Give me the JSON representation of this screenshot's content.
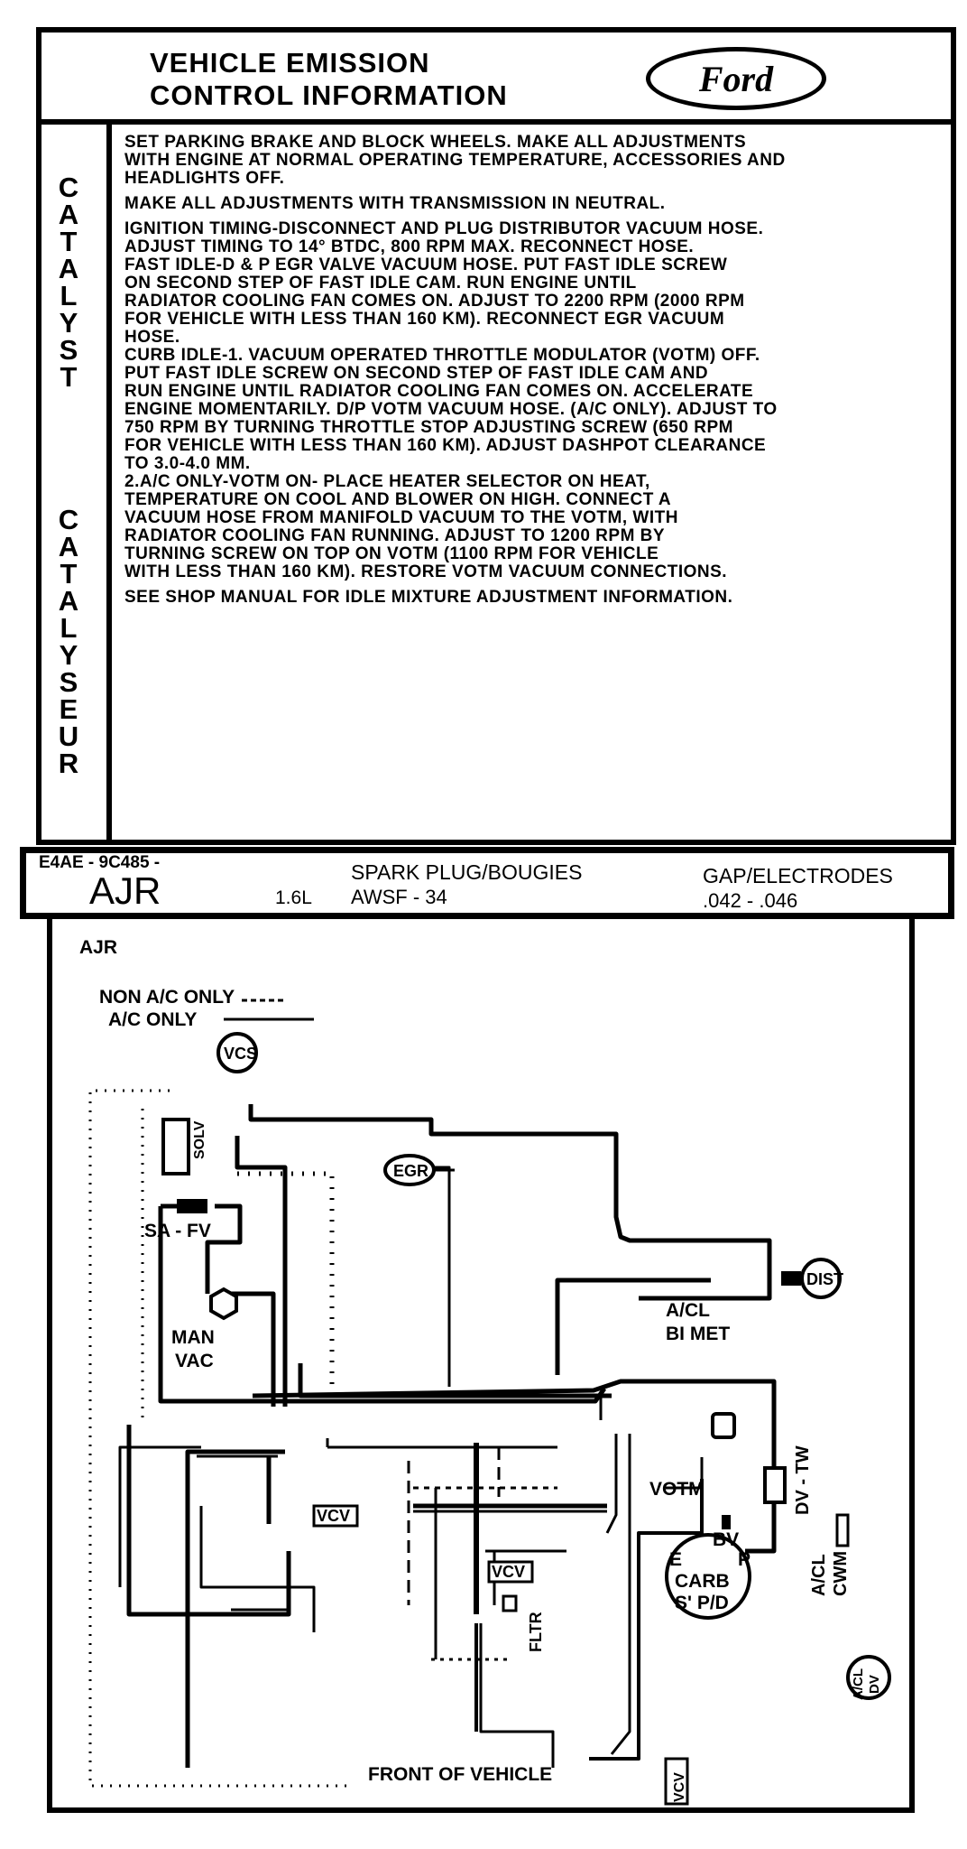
{
  "header": {
    "title_line1": "VEHICLE EMISSION",
    "title_line2": "CONTROL INFORMATION",
    "logo_text": "Ford"
  },
  "side_label": {
    "catalyst": [
      "C",
      "A",
      "T",
      "A",
      "L",
      "Y",
      "S",
      "T"
    ],
    "catalyseur": [
      "C",
      "A",
      "T",
      "A",
      "L",
      "Y",
      "S",
      "E",
      "U",
      "R"
    ]
  },
  "instructions": [
    "SET PARKING BRAKE AND BLOCK WHEELS. MAKE ALL ADJUSTMENTS\nWITH ENGINE AT NORMAL OPERATING TEMPERATURE, ACCESSORIES AND\nHEADLIGHTS OFF.",
    "MAKE ALL ADJUSTMENTS WITH TRANSMISSION IN NEUTRAL.",
    "IGNITION TIMING-DISCONNECT AND PLUG DISTRIBUTOR VACUUM HOSE.\nADJUST TIMING TO 14° BTDC, 800 RPM MAX. RECONNECT HOSE.\nFAST IDLE-D & P EGR VALVE VACUUM HOSE. PUT FAST IDLE SCREW\nON SECOND STEP OF FAST IDLE CAM. RUN ENGINE UNTIL\nRADIATOR COOLING FAN COMES ON. ADJUST TO 2200 RPM (2000 RPM\nFOR VEHICLE WITH LESS THAN 160 KM). RECONNECT EGR VACUUM\nHOSE.\nCURB IDLE-1. VACUUM OPERATED THROTTLE MODULATOR (VOTM) OFF.\nPUT FAST IDLE SCREW ON SECOND STEP OF FAST IDLE CAM AND\nRUN ENGINE UNTIL RADIATOR COOLING FAN COMES ON. ACCELERATE\nENGINE MOMENTARILY. D/P VOTM VACUUM HOSE. (A/C ONLY). ADJUST TO\n750 RPM BY TURNING THROTTLE STOP ADJUSTING SCREW (650 RPM\nFOR VEHICLE WITH LESS THAN 160 KM). ADJUST DASHPOT CLEARANCE\nTO 3.0-4.0 MM.\n2.A/C ONLY-VOTM ON- PLACE HEATER SELECTOR ON HEAT,\nTEMPERATURE ON COOL AND BLOWER ON HIGH. CONNECT A\nVACUUM HOSE FROM MANIFOLD VACUUM TO THE VOTM, WITH\nRADIATOR COOLING FAN RUNNING. ADJUST TO 1200 RPM BY\nTURNING SCREW ON TOP ON VOTM (1100 RPM FOR VEHICLE\nWITH LESS THAN 160 KM). RESTORE VOTM VACUUM CONNECTIONS.",
    "SEE SHOP MANUAL FOR IDLE MIXTURE ADJUSTMENT INFORMATION."
  ],
  "spec": {
    "part_number": "E4AE - 9C485 -",
    "code": "AJR",
    "engine": "1.6L",
    "plug_label": "SPARK PLUG/BOUGIES",
    "plug_value": "AWSF - 34",
    "gap_label": "GAP/ELECTRODES",
    "gap_value": ".042 - .046"
  },
  "diagram": {
    "code": "AJR",
    "legend_non_ac": "NON A/C ONLY",
    "legend_ac": "A/C ONLY",
    "labels": {
      "vcs": "VCS",
      "solv": "SOLV",
      "egr": "EGR",
      "sa_fv": "SA - FV",
      "dist": "DIST",
      "man": "MAN",
      "vac": "VAC",
      "acl_bimet_1": "A/CL",
      "acl_bimet_2": "BI MET",
      "votm": "VOTM",
      "dv_tw": "DV - TW",
      "bv": "BV",
      "e": "E",
      "p": "P",
      "carb": "CARB",
      "s_pd": "S' P/D",
      "acl_cwm_1": "A/CL",
      "acl_cwm_2": "CWM",
      "vcv": "VCV",
      "fltr": "FLTR",
      "acl_dv_1": "A/CL",
      "acl_dv_2": "DV",
      "front": "FRONT OF VEHICLE"
    }
  }
}
